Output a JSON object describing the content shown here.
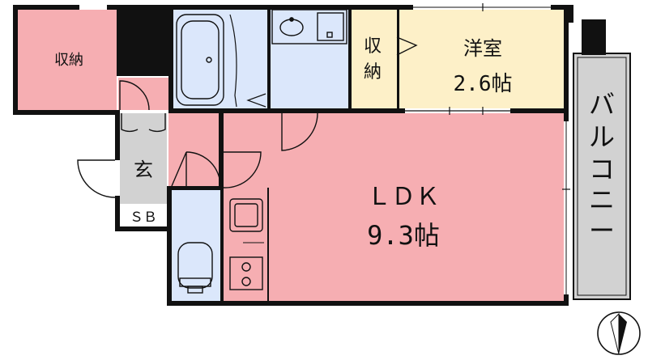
{
  "rooms": {
    "storage_left": "収納",
    "storage_mid_line1": "収",
    "storage_mid_line2": "納",
    "western_room_name": "洋室",
    "western_room_size": "2.6帖",
    "entrance": "玄",
    "shoe_box": "ＳＢ",
    "ldk_name": "ＬＤＫ",
    "ldk_size": "9.3帖",
    "balcony_chars": [
      "バ",
      "ル",
      "コ",
      "ニ",
      "ー"
    ]
  },
  "colors": {
    "pink": "#f6aeb2",
    "blue": "#dbe7fb",
    "cream": "#fdf0c8",
    "gray": "#d2d2d2",
    "wall": "#111111"
  },
  "icons": [
    "bathtub-icon",
    "washbasin-icon",
    "toilet-icon",
    "stove-icon",
    "sink-icon",
    "compass-icon"
  ]
}
